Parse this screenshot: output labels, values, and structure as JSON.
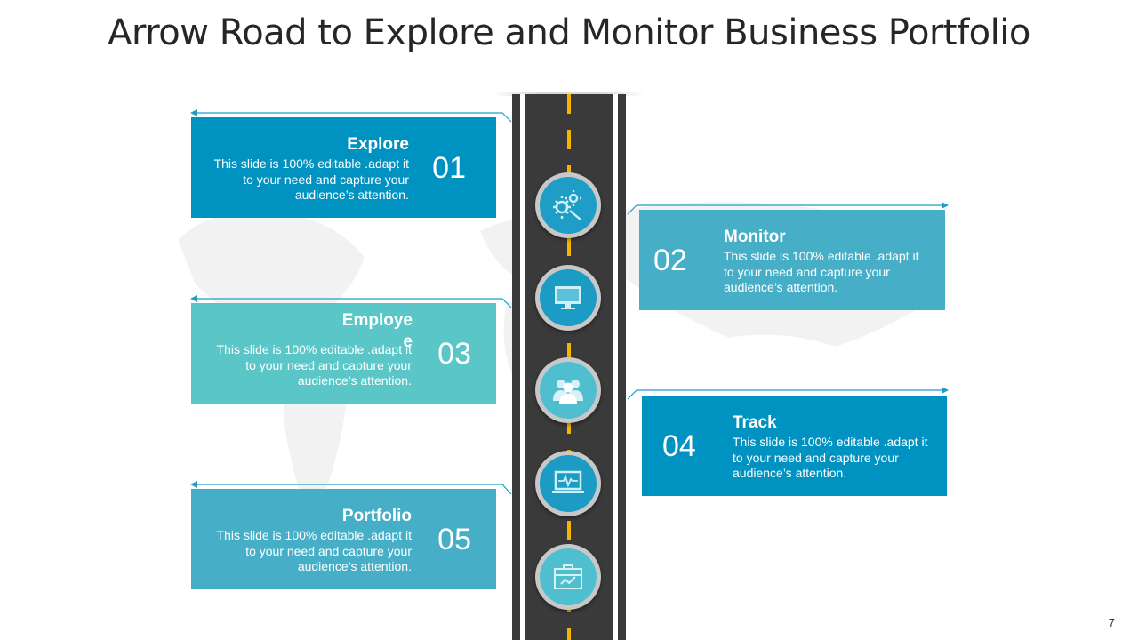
{
  "title": "Arrow Road to Explore and Monitor Business Portfolio",
  "page_number": "7",
  "colors": {
    "dark_teal": "#0092c0",
    "light_teal": "#5bc6c8",
    "mid_teal": "#46aec6",
    "road": "#3a3a3a",
    "dash": "#f5b400"
  },
  "steps": [
    {
      "num": "01",
      "heading": "Explore",
      "body": "This slide is 100% editable .adapt it to your need and capture your audience’s attention.",
      "icon": "gears-wrench-icon"
    },
    {
      "num": "02",
      "heading": "Monitor",
      "body": "This slide is 100% editable .adapt it to your need and capture your audience’s attention.",
      "icon": "monitor-icon"
    },
    {
      "num": "03",
      "heading": "Employe\ne",
      "body": "This slide is 100% editable .adapt it to your need and capture your audience’s attention.",
      "icon": "team-icon"
    },
    {
      "num": "04",
      "heading": "Track",
      "body": "This slide is 100% editable .adapt it to your need and capture your audience’s attention.",
      "icon": "laptop-pulse-icon"
    },
    {
      "num": "05",
      "heading": "Portfolio",
      "body": "This slide is 100% editable .adapt it to your need and capture your audience’s attention.",
      "icon": "briefcase-icon"
    }
  ]
}
